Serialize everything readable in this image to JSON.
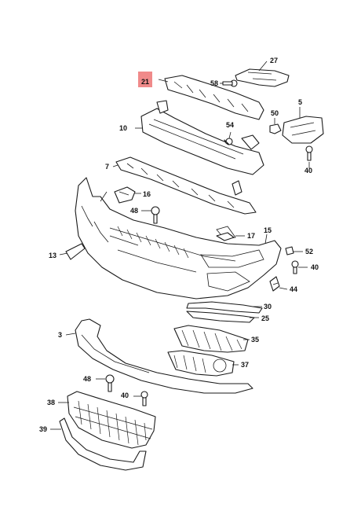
{
  "labels": {
    "p27": "27",
    "p21": "21",
    "p58": "58",
    "p5": "5",
    "p10": "10",
    "p54": "54",
    "p50": "50",
    "p40a": "40",
    "p7": "7",
    "p16": "16",
    "p48a": "48",
    "p15": "15",
    "p17": "17",
    "p13": "13",
    "p52": "52",
    "p40b": "40",
    "p44": "44",
    "p30": "30",
    "p25": "25",
    "p3": "3",
    "p35": "35",
    "p37": "37",
    "p48b": "48",
    "p40c": "40",
    "p38": "38",
    "p39": "39"
  },
  "highlight_color": "#f08a8a"
}
